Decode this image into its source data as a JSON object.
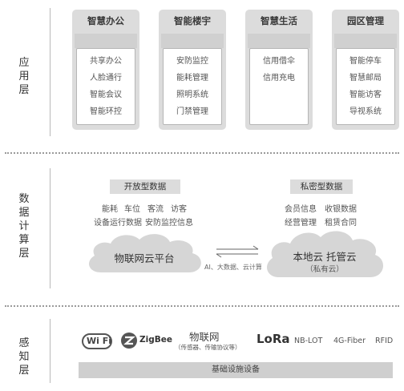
{
  "layers": {
    "application": "应用层",
    "data_compute": "数据计算层",
    "perception": "感知层"
  },
  "application_columns": [
    {
      "title": "智慧办公",
      "items": [
        "共享办公",
        "人脸通行",
        "智能会议",
        "智能环控"
      ]
    },
    {
      "title": "智能楼宇",
      "items": [
        "安防监控",
        "能耗管理",
        "照明系统",
        "门禁管理"
      ]
    },
    {
      "title": "智慧生活",
      "items": [
        "信用借伞",
        "信用充电"
      ]
    },
    {
      "title": "园区管理",
      "items": [
        "智能停车",
        "智慧邮局",
        "智能访客",
        "导视系统"
      ]
    }
  ],
  "data_layer": {
    "open_data_label": "开放型数据",
    "open_data_row1": [
      "能耗",
      "车位",
      "客流",
      "访客"
    ],
    "open_data_row2": [
      "设备运行数据",
      "安防监控信息"
    ],
    "private_data_label": "私密型数据",
    "private_data_row1": [
      "会员信息",
      "收银数据"
    ],
    "private_data_row2": [
      "经营管理",
      "租赁合同"
    ],
    "iot_cloud": "物联网云平台",
    "local_cloud": "本地云  托管云",
    "local_cloud_sub": "（私有云）",
    "arrow_caption": "AI、大数据、云计算"
  },
  "perception_layer": {
    "wifi": "Wi Fi",
    "zigbee": "ZigBee",
    "iot": "物联网",
    "iot_sub": "（传感器、传输协议等）",
    "lora": "LoRa",
    "nblot": "NB-LOT",
    "fiber": "4G-Fiber",
    "rfid": "RFID",
    "infrastructure": "基础设施设备"
  }
}
